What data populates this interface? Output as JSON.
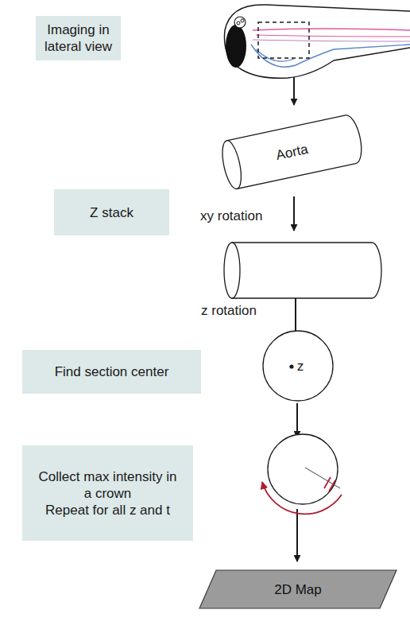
{
  "diagram": {
    "nodes": [
      {
        "text": [
          "Imaging in lateral view"
        ]
      },
      {
        "text": [
          "Aorta"
        ]
      },
      {
        "text": [
          "Z stack"
        ]
      },
      {
        "text": [
          "Find section center"
        ]
      },
      {
        "text": [
          "z"
        ]
      },
      {
        "text": [
          "Collect max intensity in a crown",
          "Repeat for all z and t"
        ]
      },
      {
        "text": [
          "2D Map"
        ]
      }
    ],
    "labels": [
      "xy rotation",
      "z rotation"
    ]
  }
}
